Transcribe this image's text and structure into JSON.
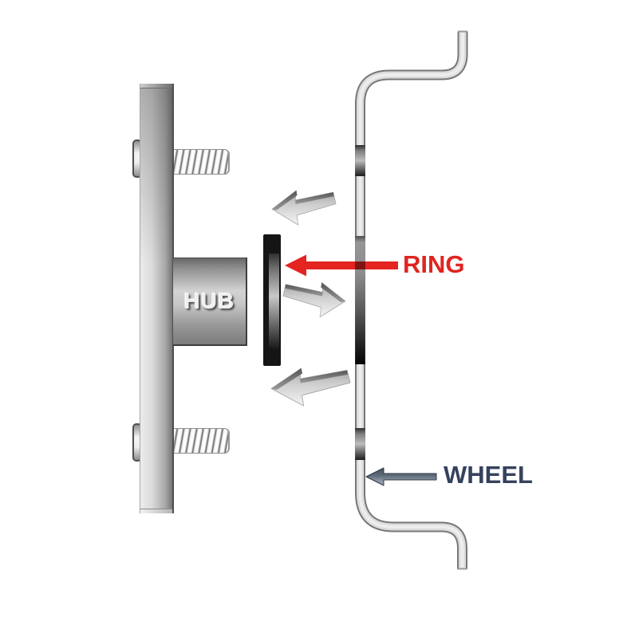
{
  "labels": {
    "hub": "HUB",
    "ring": "RING",
    "wheel": "WHEEL"
  },
  "colors": {
    "background": "#ffffff",
    "ring_accent_red": "#e02420",
    "wheel_label_navy": "#35425e",
    "wheel_arrow_slate": "#5f6c79",
    "metal_light": "#ececec",
    "metal_dark": "#6f6f6f",
    "ring_black": "#151515"
  },
  "icons": [
    {
      "name": "ring-arrow-icon",
      "direction": "left",
      "color": "#e02420"
    },
    {
      "name": "wheel-arrow-icon",
      "direction": "left",
      "color": "#5f6c79"
    },
    {
      "name": "fit-arrow-top-icon",
      "direction": "left",
      "color": "#c9c9c9"
    },
    {
      "name": "fit-arrow-middle-icon",
      "direction": "right",
      "color": "#c9c9c9"
    },
    {
      "name": "fit-arrow-bottom-icon",
      "direction": "left",
      "color": "#c9c9c9"
    }
  ]
}
